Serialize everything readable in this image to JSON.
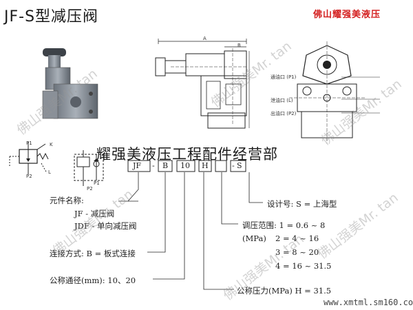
{
  "title": "JF-S型减压阀",
  "brand": "佛山耀强美液压",
  "banner": "耀强美液压工程配件经营部",
  "watermarks": [
    "佛山强美Mr. tan",
    "佛山强美Mr. tan",
    "佛山强美Mr. tan",
    "佛山强美Mr. tan",
    "佛山强美Mr. tan",
    "佛山强美Mr. tan"
  ],
  "website": "www.xmtml.sm160.com",
  "model_code": {
    "boxes": [
      "JF",
      "B",
      "10",
      "H",
      "",
      "S"
    ],
    "separators": [
      "-",
      "",
      "",
      "",
      "-"
    ]
  },
  "symbol_labels": {
    "p1": "P1",
    "p2": "P2",
    "k": "K",
    "l": "L",
    "p1b": "P1",
    "p2b": "P2"
  },
  "drawing_labels": {
    "a": "A",
    "b": "B",
    "port_p1": "通油口 (P1)",
    "port_l": "泄油口 (L)",
    "port_p2": "出油口 (P2)"
  },
  "legend": {
    "component_name": "元件名称:",
    "jf": "JF - 减压阀",
    "jdf": "JDF - 单向减压阀",
    "connection": "连接方式: B = 板式连接",
    "diameter": "公称通径(mm): 10、20",
    "design": "设计号: S = 上海型",
    "pressure_range": "调压范围: 1 = 0.6 ~ 8",
    "mpa": "(MPa)",
    "range2": "2 = 4 ~ 16",
    "range3": "3 = 8 ~ 20",
    "range4": "4 = 16 ~ 31.5",
    "nominal_pressure": "公称压力(MPa)  H = 31.5"
  }
}
